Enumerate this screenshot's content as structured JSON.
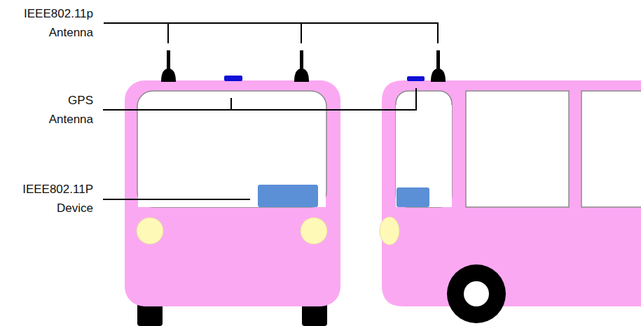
{
  "diagram": {
    "labels": [
      "IEEE802.11p Antenna",
      "GPS Antenna",
      "IEEE802.11P Device"
    ]
  }
}
